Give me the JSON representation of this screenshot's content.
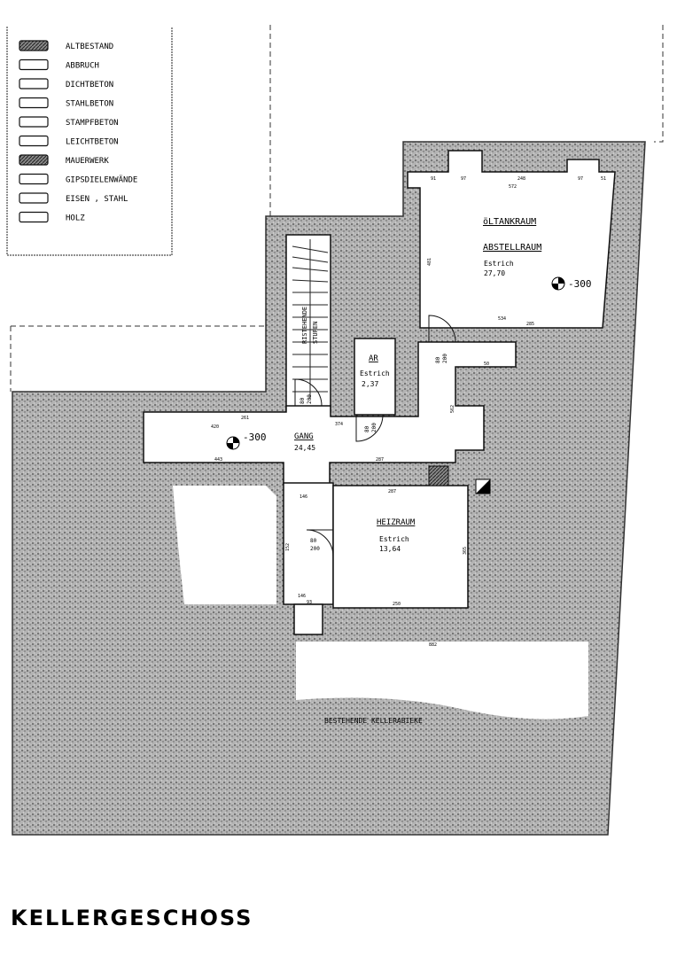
{
  "legend": {
    "items": [
      {
        "label": "ALTBESTAND",
        "fill": "hatched"
      },
      {
        "label": "ABBRUCH",
        "fill": "empty"
      },
      {
        "label": "DICHTBETON",
        "fill": "empty"
      },
      {
        "label": "STAHLBETON",
        "fill": "empty"
      },
      {
        "label": "STAMPFBETON",
        "fill": "empty"
      },
      {
        "label": "LEICHTBETON",
        "fill": "empty"
      },
      {
        "label": "MAUERWERK",
        "fill": "hatched"
      },
      {
        "label": "GIPSDIELENWÄNDE",
        "fill": "empty"
      },
      {
        "label": "EISEN , STAHL",
        "fill": "empty"
      },
      {
        "label": "HOLZ",
        "fill": "empty"
      }
    ]
  },
  "rooms": {
    "tankraum": {
      "name": "öLTANKRAUM",
      "name2": "ABSTELLRAUM",
      "floor": "Estrich",
      "area": "27,70",
      "level": "-300"
    },
    "ar": {
      "name": "AR",
      "floor": "Estrich",
      "area": "2,37"
    },
    "gang": {
      "name": "GANG",
      "area": "24,45",
      "level": "-300"
    },
    "heizraum": {
      "name": "HEIZRAUM",
      "floor": "Estrich",
      "area": "13,64"
    },
    "stair": {
      "label1": "RISTEHENDE",
      "label2": "STUFEN"
    },
    "keller": {
      "name": "BESTEHENDE KELLERABIEKE"
    }
  },
  "doors": {
    "d1": {
      "w": "80",
      "h": "200"
    },
    "d2": {
      "w": "80",
      "h": "200"
    },
    "d3": {
      "w": "80",
      "h": "200"
    },
    "d4": {
      "w": "80",
      "h": "200"
    }
  },
  "dims": {
    "t_572": "572",
    "t_91": "91",
    "t_97": "97",
    "t_248": "248",
    "t_51": "51",
    "t_534": "534",
    "t_285": "285",
    "t_481": "481",
    "t_420": "420",
    "t_261": "261",
    "t_374": "374",
    "t_443": "443",
    "t_287": "287",
    "t_365": "365",
    "t_250": "250",
    "t_882": "882",
    "t_146": "146",
    "t_93": "93",
    "t_50": "50",
    "t_152": "152",
    "t_562": "562"
  },
  "page_title": "KELLERGESCHOSS"
}
